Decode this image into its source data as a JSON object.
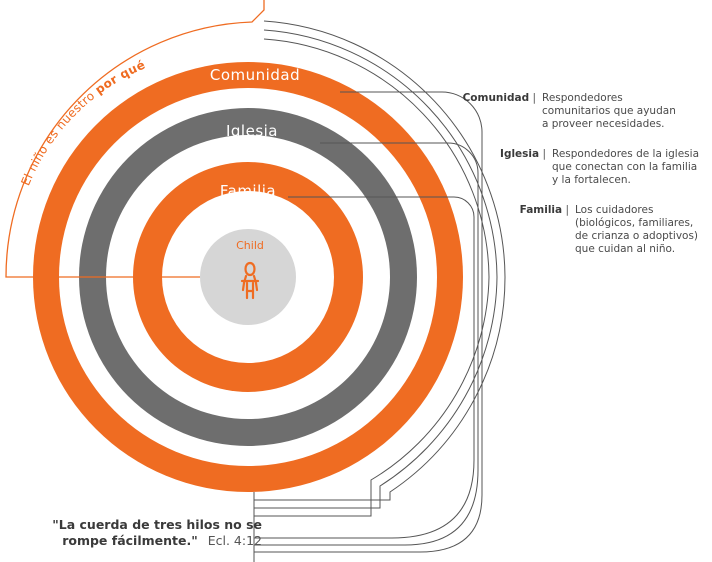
{
  "arc_caption": {
    "prefix": "El niño es nuestro ",
    "emphasis": "por qué"
  },
  "rings": [
    {
      "label": "Comunidad",
      "color": "#ef6c22"
    },
    {
      "label": "Iglesia",
      "color": "#6e6e6e"
    },
    {
      "label": "Familia",
      "color": "#ef6c22"
    }
  ],
  "center": {
    "label": "Child",
    "icon": "child-figure-icon",
    "color": "#d6d6d6"
  },
  "descriptions": [
    {
      "term": "Comunidad",
      "lines": [
        "Respondedores",
        "comunitarios que ayudan",
        "a proveer necesidades."
      ]
    },
    {
      "term": "Iglesia",
      "lines": [
        "Respondedores de la iglesia",
        "que conectan con la familia",
        "y la fortalecen."
      ]
    },
    {
      "term": "Familia",
      "lines": [
        "Los cuidadores",
        "(biológicos, familiares,",
        "de crianza o adoptivos)",
        "que cuidan al niño."
      ]
    }
  ],
  "quote": {
    "line1": "\"La cuerda de tres hilos no se",
    "line2": "rompe fácilmente.\"",
    "reference": "Ecl. 4:12"
  },
  "colors": {
    "orange": "#ef6c22",
    "gray": "#6e6e6e",
    "light_gray": "#d6d6d6",
    "line": "#555555"
  }
}
